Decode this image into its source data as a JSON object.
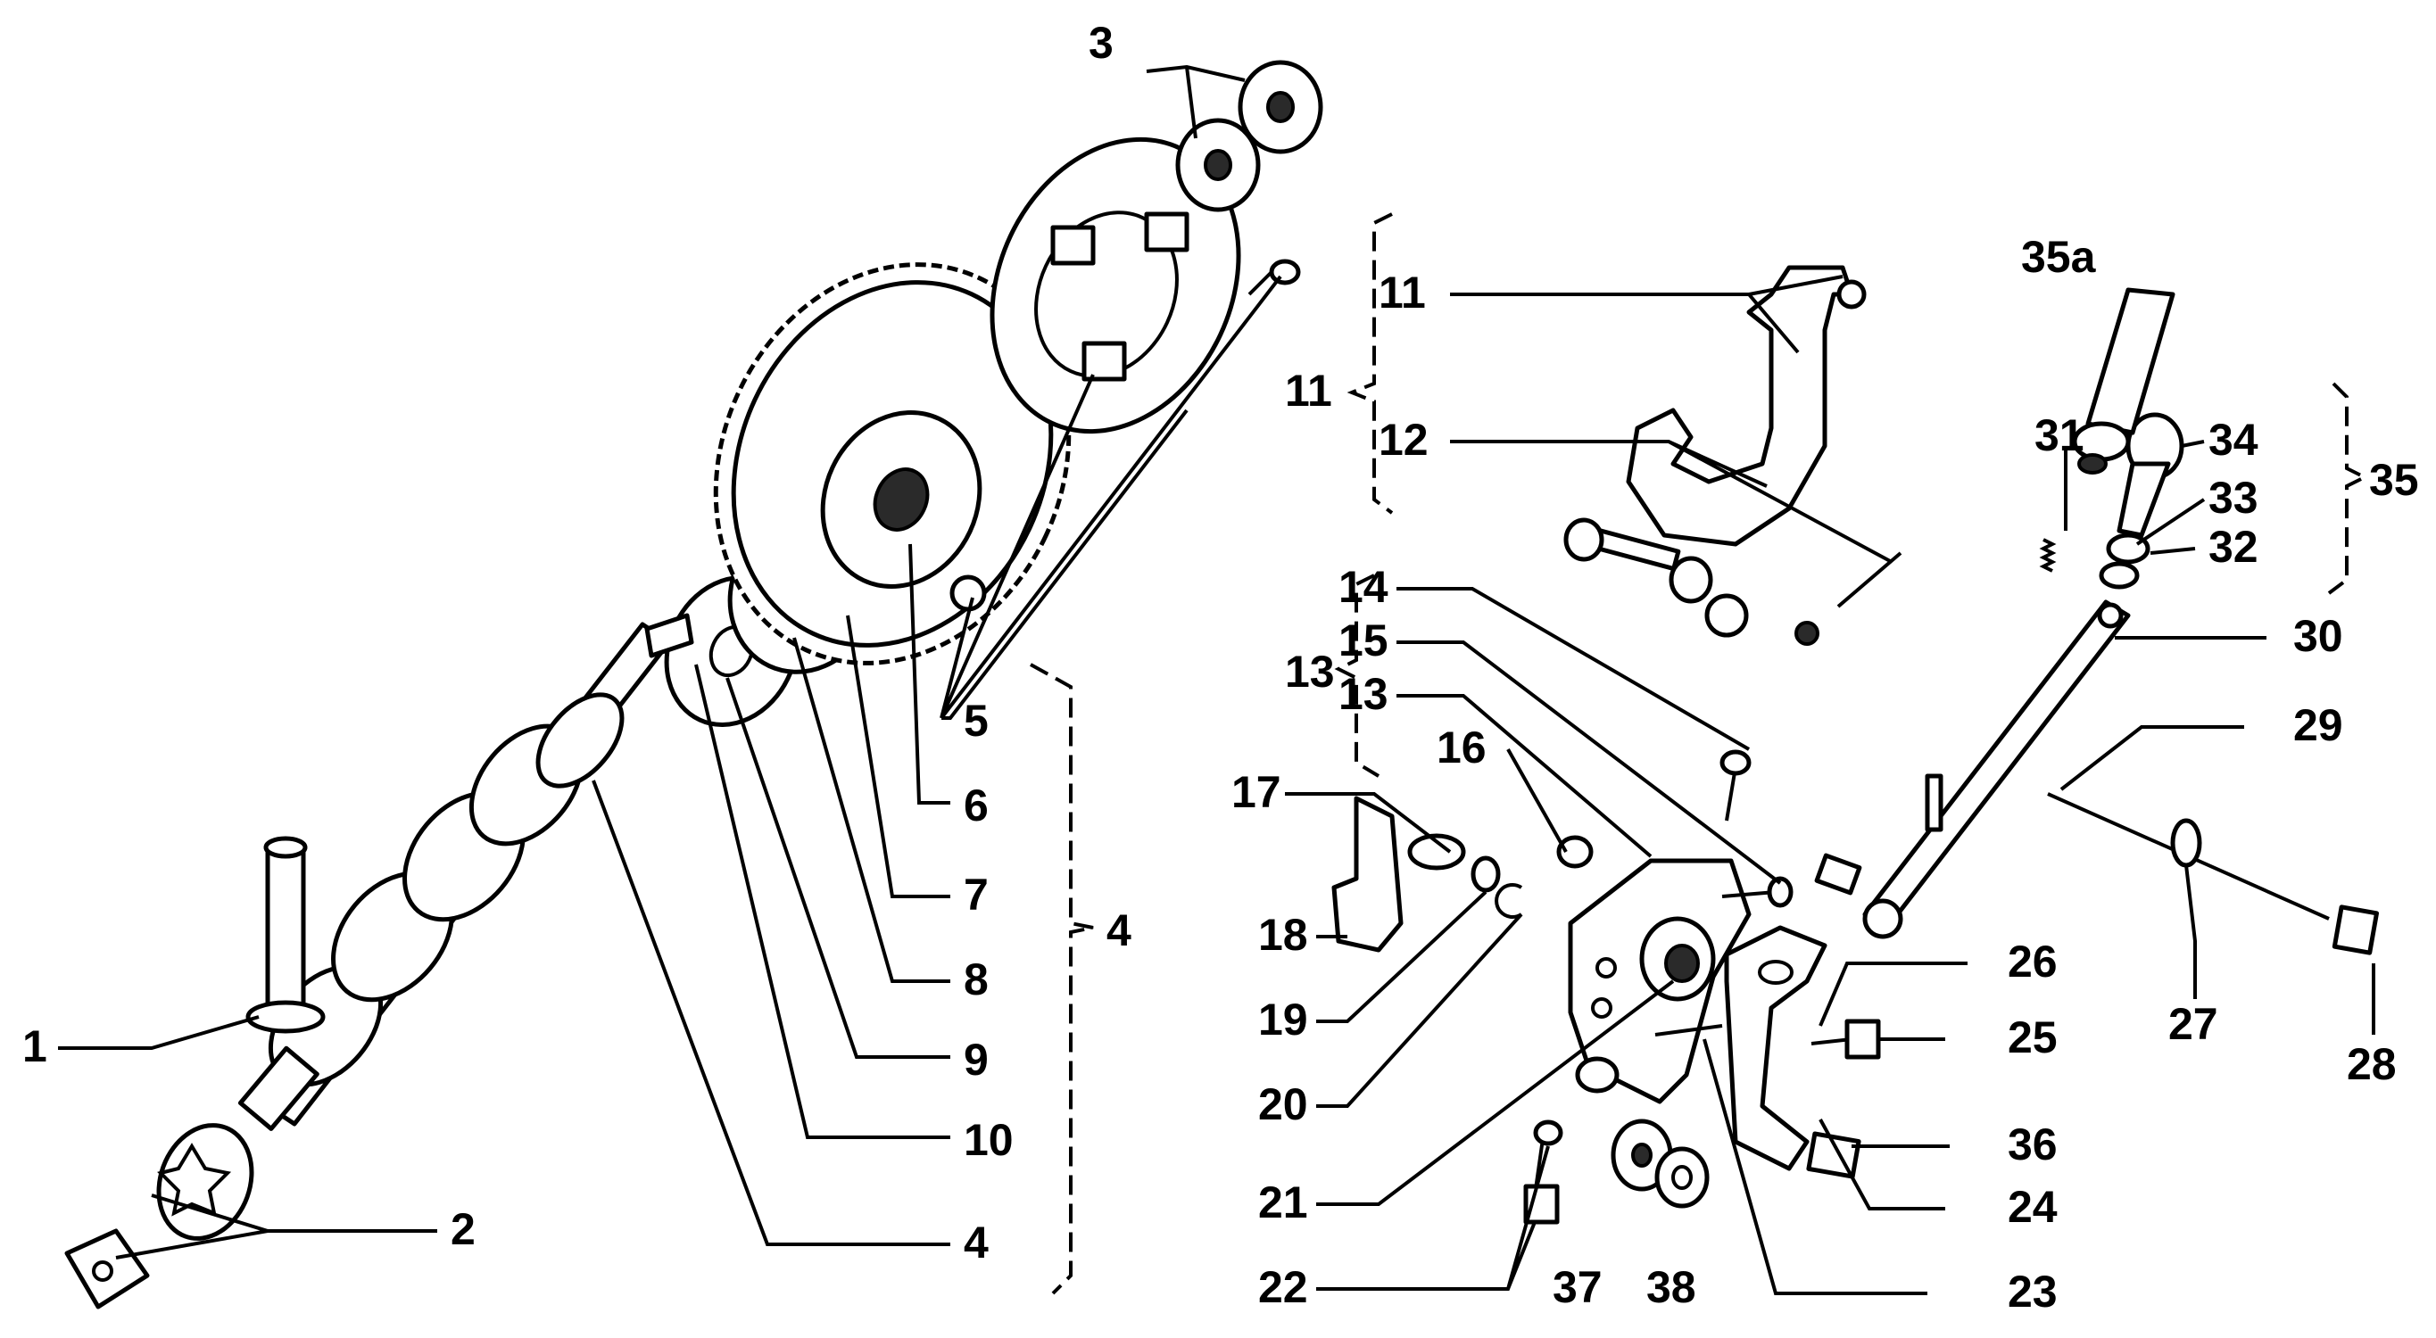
{
  "callouts": {
    "c1": "1",
    "c2": "2",
    "c3": "3",
    "c4a": "4",
    "c4b": "4",
    "c5": "5",
    "c6": "6",
    "c7": "7",
    "c8": "8",
    "c9": "9",
    "c10": "10",
    "c11a": "11",
    "c11b": "11",
    "c12": "12",
    "c13a": "13",
    "c13b": "13",
    "c14": "14",
    "c15": "15",
    "c16": "16",
    "c17": "17",
    "c18": "18",
    "c19": "19",
    "c20": "20",
    "c21": "21",
    "c22": "22",
    "c23": "23",
    "c24": "24",
    "c25": "25",
    "c26": "26",
    "c27": "27",
    "c28": "28",
    "c29": "29",
    "c30": "30",
    "c31": "31",
    "c32": "32",
    "c33": "33",
    "c34": "34",
    "c35": "35",
    "c35a": "35a",
    "c36": "36",
    "c37": "37",
    "c38": "38"
  }
}
